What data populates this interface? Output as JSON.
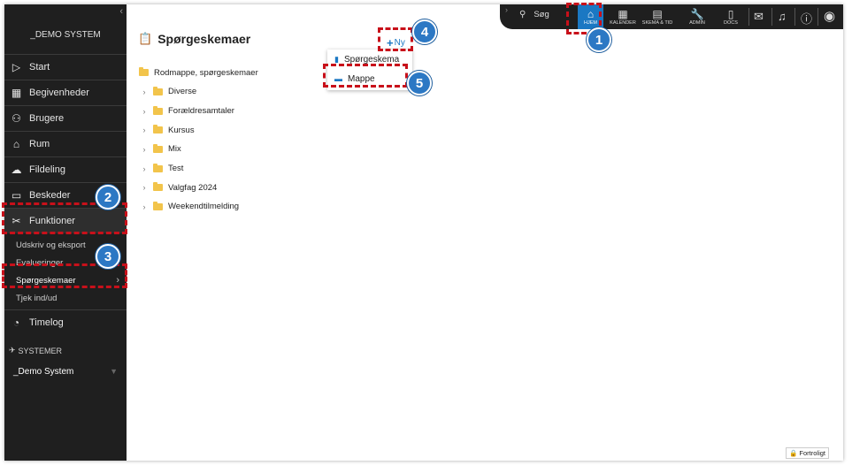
{
  "sidebar": {
    "system_title": "_DEMO SYSTEM",
    "nav": [
      {
        "label": "Start",
        "icon": "play-icon"
      },
      {
        "label": "Begivenheder",
        "icon": "calendar-icon"
      },
      {
        "label": "Brugere",
        "icon": "users-icon"
      },
      {
        "label": "Rum",
        "icon": "rooms-icon"
      },
      {
        "label": "Fildeling",
        "icon": "cloud-icon"
      },
      {
        "label": "Beskeder",
        "icon": "chat-icon"
      },
      {
        "label": "Funktioner",
        "icon": "tools-icon"
      }
    ],
    "sub": [
      "Udskriv og eksport",
      "Evalueringer",
      "Spørgeskemaer",
      "Tjek ind/ud"
    ],
    "timelog": "Timelog",
    "systems_label": "SYSTEMER",
    "system_select": "_Demo System"
  },
  "topbar": {
    "search_label": "Søg",
    "home_label": "HJEM",
    "calendar_label": "KALENDER",
    "schedule_label": "SKEMA & TID",
    "admin_label": "ADMIN",
    "docs_label": "DOCS"
  },
  "main": {
    "title": "Spørgeskemaer",
    "new_label": "Ny",
    "dropdown": [
      "Spørgeskema",
      "Mappe"
    ],
    "root_folder": "Rodmappe, spørgeskemaer",
    "folders": [
      "Diverse",
      "Forældresamtaler",
      "Kursus",
      "Mix",
      "Test",
      "Valgfag 2024",
      "Weekendtilmelding"
    ],
    "confidential": "Fortroligt"
  },
  "annotations": [
    "1",
    "2",
    "3",
    "4",
    "5"
  ],
  "colors": {
    "accent": "#1b78c3",
    "highlight": "#c8101a",
    "sidebar_bg": "#1f1f1f",
    "badge": "#2c78c4"
  }
}
